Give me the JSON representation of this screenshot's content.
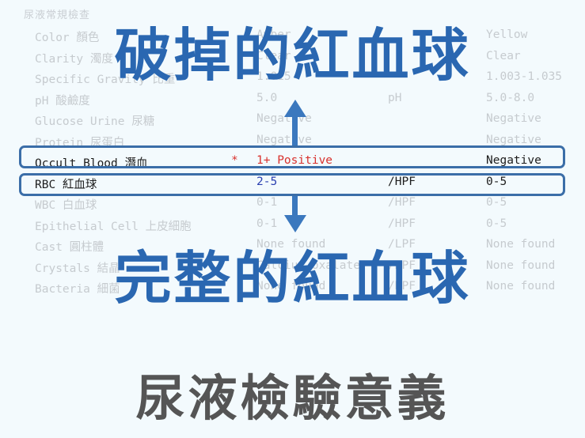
{
  "report": {
    "title": "尿液常規檢查",
    "rows": [
      {
        "name": "Color 顏色",
        "flag": "",
        "value": "Amber",
        "unit": "",
        "ref": "Yellow"
      },
      {
        "name": "Clarity 濁度",
        "flag": "",
        "value": "Clear",
        "unit": "",
        "ref": "Clear"
      },
      {
        "name": "Specific Gravity 比重",
        "flag": "",
        "value": "1.015",
        "unit": "",
        "ref": "1.003-1.035"
      },
      {
        "name": "pH 酸鹼度",
        "flag": "",
        "value": "5.0",
        "unit": "pH",
        "ref": "5.0-8.0"
      },
      {
        "name": "Glucose Urine 尿糖",
        "flag": "",
        "value": "Negative",
        "unit": "",
        "ref": "Negative"
      },
      {
        "name": "Protein 尿蛋白",
        "flag": "",
        "value": "Negative",
        "unit": "",
        "ref": "Negative"
      },
      {
        "name": "Occult Blood 潛血",
        "flag": "*",
        "value": "1+ Positive",
        "unit": "",
        "ref": "Negative"
      },
      {
        "name": "RBC 紅血球",
        "flag": "",
        "value": "2-5",
        "unit": "/HPF",
        "ref": "0-5"
      },
      {
        "name": "WBC 白血球",
        "flag": "",
        "value": "0-1",
        "unit": "/HPF",
        "ref": "0-5"
      },
      {
        "name": "Epithelial Cell 上皮細胞",
        "flag": "",
        "value": "0-1",
        "unit": "/HPF",
        "ref": "0-5"
      },
      {
        "name": "Cast 圓柱體",
        "flag": "",
        "value": "None found",
        "unit": "/LPF",
        "ref": "None found"
      },
      {
        "name": "Crystals 結晶",
        "flag": "",
        "value": "Calcium oxalate",
        "unit": "/HPF",
        "ref": "None found"
      },
      {
        "name": "Bacteria 細菌",
        "flag": "",
        "value": "None found",
        "unit": "/HPF",
        "ref": "None found"
      }
    ]
  },
  "overlay": {
    "top_caption": "破掉的紅血球",
    "bottom_caption": "完整的紅血球",
    "arrow_color": "#3b78be",
    "caption_color": "#2a67b1"
  },
  "footer": {
    "title": "尿液檢驗意義"
  },
  "colors": {
    "positive": "#d8312d",
    "rbc_value": "#2a3fb0",
    "box_border": "#3b6ea8"
  }
}
